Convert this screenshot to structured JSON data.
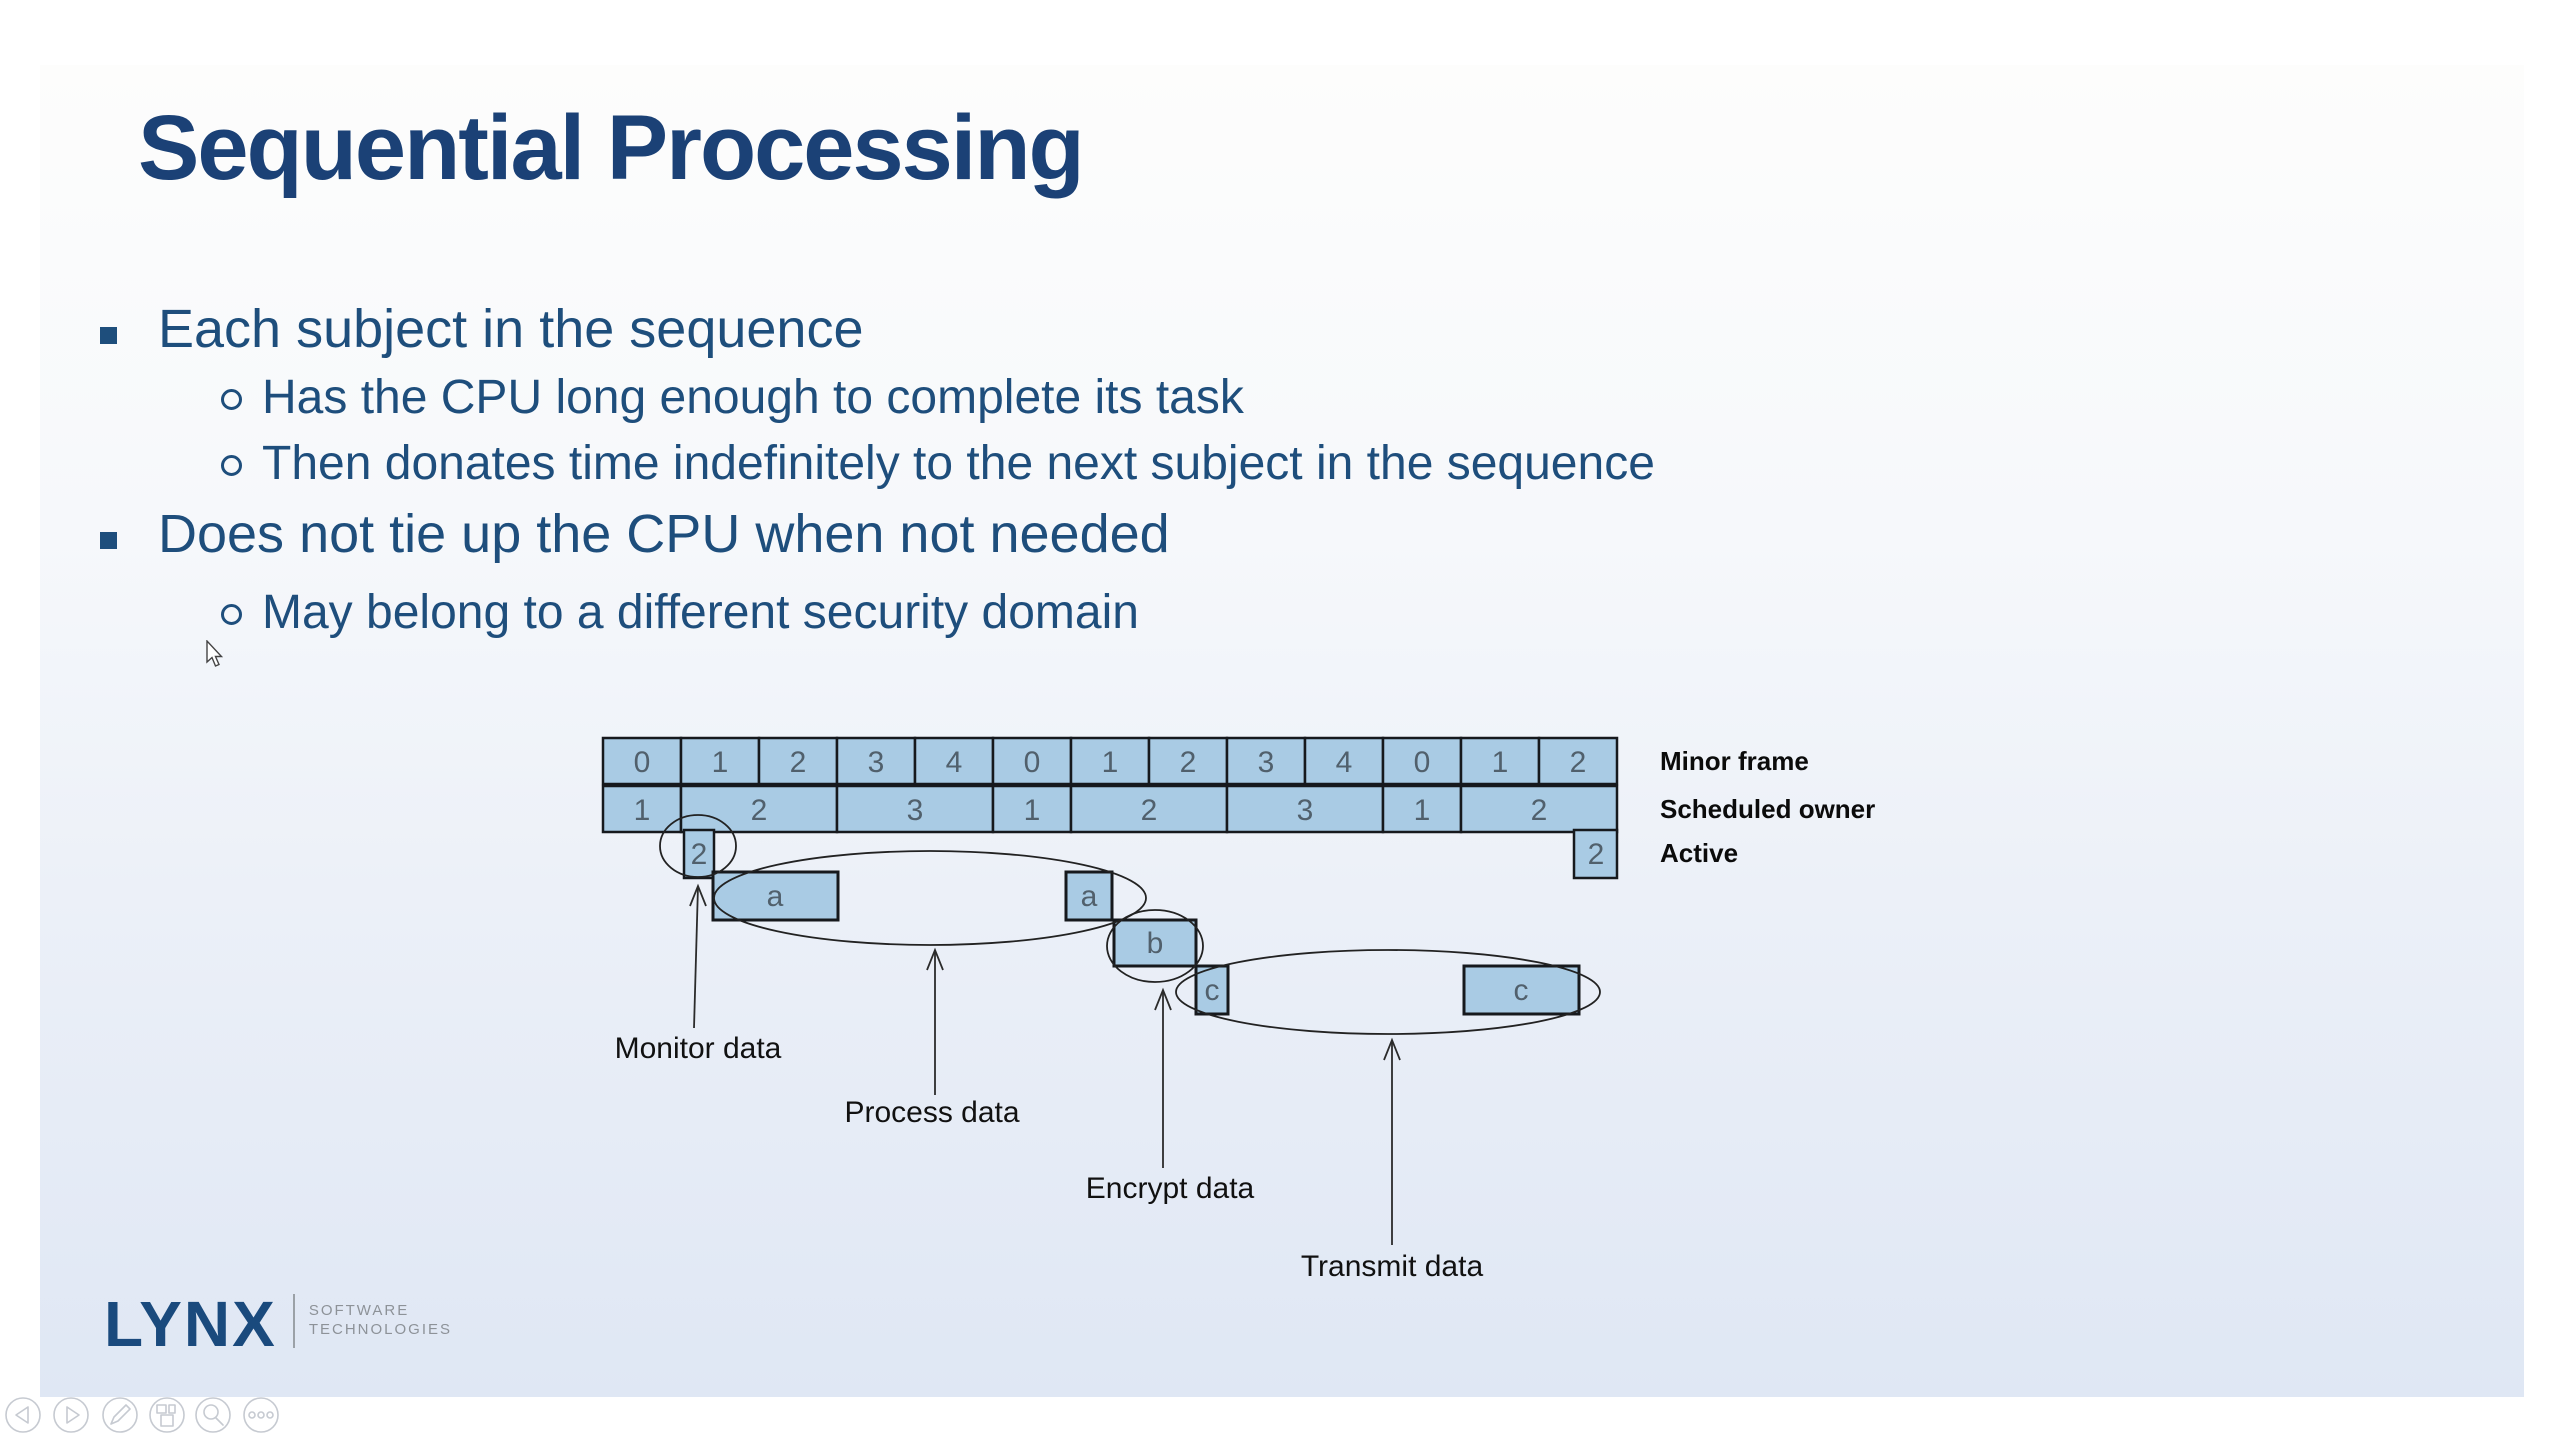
{
  "slide": {
    "title": "Sequential Processing",
    "bullets": [
      {
        "level": 1,
        "text": "Each subject in the sequence"
      },
      {
        "level": 2,
        "text": "Has the CPU long enough to complete its task"
      },
      {
        "level": 2,
        "text": "Then donates time indefinitely to the next subject in the sequence"
      },
      {
        "level": 1,
        "text": "Does not tie up the CPU when not needed"
      },
      {
        "level": 2,
        "text": "May belong to a different security domain"
      }
    ]
  },
  "diagram": {
    "minor_frame": [
      "0",
      "1",
      "2",
      "3",
      "4",
      "0",
      "1",
      "2",
      "3",
      "4",
      "0",
      "1",
      "2"
    ],
    "scheduled_owner": [
      {
        "value": "1",
        "units": 1
      },
      {
        "value": "2",
        "units": 2
      },
      {
        "value": "3",
        "units": 2
      },
      {
        "value": "1",
        "units": 1
      },
      {
        "value": "2",
        "units": 2
      },
      {
        "value": "3",
        "units": 2
      },
      {
        "value": "1",
        "units": 1
      },
      {
        "value": "2",
        "units": 2
      }
    ],
    "active_left": "2",
    "active_right": "2",
    "row_labels": [
      "Minor frame",
      "Scheduled owner",
      "Active"
    ],
    "blocks": [
      "a",
      "a",
      "b",
      "c",
      "c"
    ],
    "annotations": [
      "Monitor data",
      "Process data",
      "Encrypt data",
      "Transmit data"
    ],
    "colors": {
      "cell_fill": "#a9cbe4",
      "cell_border": "#16191d",
      "cell_text": "#51606c",
      "annotation_text": "#111111",
      "ellipse_stroke": "#222222"
    }
  },
  "footer": {
    "logo_text": "LYNX",
    "logo_sub1": "SOFTWARE",
    "logo_sub2": "TECHNOLOGIES",
    "logo_blue": "#1a4a7d",
    "logo_gray": "#8d9298"
  },
  "toolbar": {
    "buttons": [
      "previous-slide",
      "next-slide",
      "pen",
      "see-all-slides",
      "zoom",
      "more-options"
    ]
  },
  "colors": {
    "title": "#1b4176",
    "bullet_text": "#1e4e7c",
    "slide_top": "#fdfdfd",
    "slide_bottom": "#dfe7f4",
    "page_background": "#ffffff"
  }
}
